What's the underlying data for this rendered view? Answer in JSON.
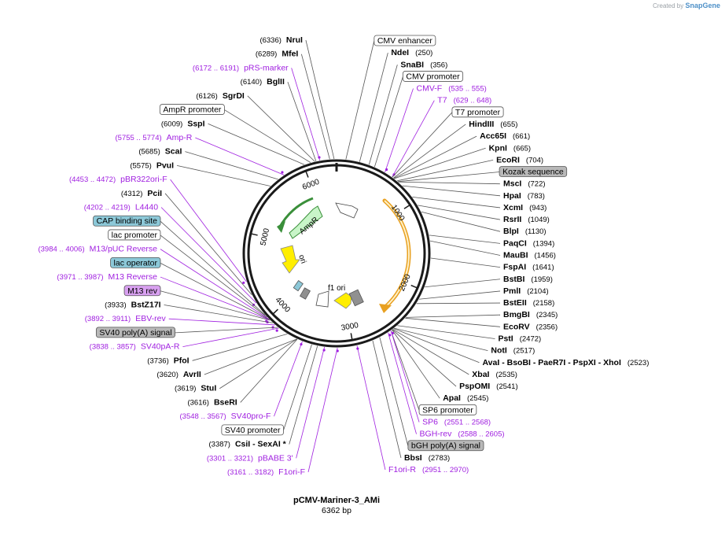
{
  "credit": {
    "prefix": "Created by",
    "brand": "SnapGene"
  },
  "plasmid": {
    "name": "pCMV-Mariner-3_AMi",
    "size_label": "6362 bp",
    "length": 6362
  },
  "ticks": [
    {
      "pos": 1000,
      "label": "1000"
    },
    {
      "pos": 2000,
      "label": "2000"
    },
    {
      "pos": 3000,
      "label": "3000"
    },
    {
      "pos": 4000,
      "label": "4000"
    },
    {
      "pos": 5000,
      "label": "5000"
    },
    {
      "pos": 6000,
      "label": "6000"
    }
  ],
  "inner_features": [
    {
      "name": "AmpR",
      "label": "AmpR"
    },
    {
      "name": "ori",
      "label": "ori"
    },
    {
      "name": "f1-ori",
      "label": "f1 ori"
    }
  ],
  "labels_right": [
    {
      "type": "feature",
      "text": "CMV enhancer",
      "pos": 100
    },
    {
      "type": "site",
      "text": "NdeI",
      "num": "(250)",
      "pos": 250
    },
    {
      "type": "site",
      "text": "SnaBI",
      "num": "(356)",
      "pos": 356
    },
    {
      "type": "feature",
      "text": "CMV promoter",
      "pos": 420
    },
    {
      "type": "primer",
      "text": "CMV-F",
      "num": "(535 .. 555)",
      "pos": 545
    },
    {
      "type": "primer",
      "text": "T7",
      "num": "(629 .. 648)",
      "pos": 638
    },
    {
      "type": "feature",
      "text": "T7 promoter",
      "pos": 640
    },
    {
      "type": "site",
      "text": "HindIII",
      "num": "(655)",
      "pos": 655
    },
    {
      "type": "site",
      "text": "Acc65I",
      "num": "(661)",
      "pos": 661
    },
    {
      "type": "site",
      "text": "KpnI",
      "num": "(665)",
      "pos": 665
    },
    {
      "type": "site",
      "text": "EcoRI",
      "num": "(704)",
      "pos": 704
    },
    {
      "type": "feature-gray",
      "text": "Kozak sequence",
      "pos": 716
    },
    {
      "type": "site",
      "text": "MscI",
      "num": "(722)",
      "pos": 722
    },
    {
      "type": "site",
      "text": "HpaI",
      "num": "(783)",
      "pos": 783
    },
    {
      "type": "site",
      "text": "XcmI",
      "num": "(943)",
      "pos": 943
    },
    {
      "type": "site",
      "text": "RsrII",
      "num": "(1049)",
      "pos": 1049
    },
    {
      "type": "site",
      "text": "BlpI",
      "num": "(1130)",
      "pos": 1130
    },
    {
      "type": "site",
      "text": "PaqCI",
      "num": "(1394)",
      "pos": 1394
    },
    {
      "type": "site",
      "text": "MauBI",
      "num": "(1456)",
      "pos": 1456
    },
    {
      "type": "site",
      "text": "FspAI",
      "num": "(1641)",
      "pos": 1641
    },
    {
      "type": "site",
      "text": "BstBI",
      "num": "(1959)",
      "pos": 1959
    },
    {
      "type": "site",
      "text": "PmlI",
      "num": "(2104)",
      "pos": 2104
    },
    {
      "type": "site",
      "text": "BstEII",
      "num": "(2158)",
      "pos": 2158
    },
    {
      "type": "site",
      "text": "BmgBI",
      "num": "(2345)",
      "pos": 2345
    },
    {
      "type": "site",
      "text": "EcoRV",
      "num": "(2356)",
      "pos": 2356
    },
    {
      "type": "site",
      "text": "PstI",
      "num": "(2472)",
      "pos": 2472
    },
    {
      "type": "site",
      "text": "NotI",
      "num": "(2517)",
      "pos": 2517
    },
    {
      "type": "site",
      "text": "AvaI  -  BsoBI  -  PaeR7I  -  PspXI  -  XhoI",
      "num": "(2523)",
      "pos": 2523
    },
    {
      "type": "site",
      "text": "XbaI",
      "num": "(2535)",
      "pos": 2535
    },
    {
      "type": "site",
      "text": "PspOMI",
      "num": "(2541)",
      "pos": 2541
    },
    {
      "type": "site",
      "text": "ApaI",
      "num": "(2545)",
      "pos": 2545
    },
    {
      "type": "feature",
      "text": "SP6 promoter",
      "pos": 2560
    },
    {
      "type": "primer",
      "text": "SP6",
      "num": "(2551 .. 2568)",
      "pos": 2560
    },
    {
      "type": "primer",
      "text": "BGH-rev",
      "num": "(2588 .. 2605)",
      "pos": 2596
    },
    {
      "type": "feature-gray",
      "text": "bGH poly(A) signal",
      "pos": 2700
    },
    {
      "type": "site",
      "text": "BbsI",
      "num": "(2783)",
      "pos": 2783
    },
    {
      "type": "primer",
      "text": "F1ori-R",
      "num": "(2951 .. 2970)",
      "pos": 2960
    }
  ],
  "labels_left": [
    {
      "type": "site",
      "text": "NruI",
      "num": "(6336)",
      "pos": 6336
    },
    {
      "type": "site",
      "text": "MfeI",
      "num": "(6289)",
      "pos": 6289
    },
    {
      "type": "primer",
      "text": "pRS-marker",
      "num": "(6172 .. 6191)",
      "pos": 6181
    },
    {
      "type": "site",
      "text": "BglII",
      "num": "(6140)",
      "pos": 6140
    },
    {
      "type": "site",
      "text": "SgrDI",
      "num": "(6126)",
      "pos": 6126
    },
    {
      "type": "feature",
      "text": "AmpR promoter",
      "pos": 6080
    },
    {
      "type": "site",
      "text": "SspI",
      "num": "(6009)",
      "pos": 6009
    },
    {
      "type": "primer",
      "text": "Amp-R",
      "num": "(5755 .. 5774)",
      "pos": 5764
    },
    {
      "type": "site",
      "text": "ScaI",
      "num": "(5685)",
      "pos": 5685
    },
    {
      "type": "site",
      "text": "PvuI",
      "num": "(5575)",
      "pos": 5575
    },
    {
      "type": "primer",
      "text": "pBR322ori-F",
      "num": "(4453 .. 4472)",
      "pos": 4462
    },
    {
      "type": "site",
      "text": "PciI",
      "num": "(4312)",
      "pos": 4312
    },
    {
      "type": "primer",
      "text": "L4440",
      "num": "(4202 .. 4219)",
      "pos": 4210
    },
    {
      "type": "feature-blue",
      "text": "CAP binding site",
      "pos": 4050
    },
    {
      "type": "feature",
      "text": "lac promoter",
      "pos": 4020
    },
    {
      "type": "primer",
      "text": "M13/pUC Reverse",
      "num": "(3984 .. 4006)",
      "pos": 3995
    },
    {
      "type": "feature-blue",
      "text": "lac operator",
      "pos": 3985
    },
    {
      "type": "primer",
      "text": "M13 Reverse",
      "num": "(3971 .. 3987)",
      "pos": 3979
    },
    {
      "type": "feature-purple",
      "text": "M13 rev",
      "pos": 3975
    },
    {
      "type": "site",
      "text": "BstZ17I",
      "num": "(3933)",
      "pos": 3933
    },
    {
      "type": "primer",
      "text": "EBV-rev",
      "num": "(3892 .. 3911)",
      "pos": 3901
    },
    {
      "type": "feature-gray",
      "text": "SV40 poly(A) signal",
      "pos": 3860
    },
    {
      "type": "primer",
      "text": "SV40pA-R",
      "num": "(3838 .. 3857)",
      "pos": 3847
    },
    {
      "type": "site",
      "text": "PfoI",
      "num": "(3736)",
      "pos": 3736
    },
    {
      "type": "site",
      "text": "AvrII",
      "num": "(3620)",
      "pos": 3620
    },
    {
      "type": "site",
      "text": "StuI",
      "num": "(3619)",
      "pos": 3619
    },
    {
      "type": "site",
      "text": "BseRI",
      "num": "(3616)",
      "pos": 3616
    },
    {
      "type": "primer",
      "text": "SV40pro-F",
      "num": "(3548 .. 3567)",
      "pos": 3557
    },
    {
      "type": "feature",
      "text": "SV40 promoter",
      "pos": 3450
    },
    {
      "type": "site",
      "text": "CsiI  -  SexAI *",
      "num": "(3387)",
      "pos": 3387
    },
    {
      "type": "primer",
      "text": "pBABE 3'",
      "num": "(3301 .. 3321)",
      "pos": 3311
    },
    {
      "type": "primer",
      "text": "F1ori-F",
      "num": "(3161 .. 3182)",
      "pos": 3171
    }
  ],
  "colors": {
    "primer": "#a020e0",
    "backbone": "#1a1a1a",
    "ampr_fill": "#c8f5c8",
    "ampr_stroke": "#3a8f3a",
    "ori_fill": "#ffff00",
    "orange_arc": "#e8a020",
    "feature_gray": "#b8b8b8",
    "feature_blue": "#8cc8d8",
    "feature_purple": "#d8a0f0"
  }
}
